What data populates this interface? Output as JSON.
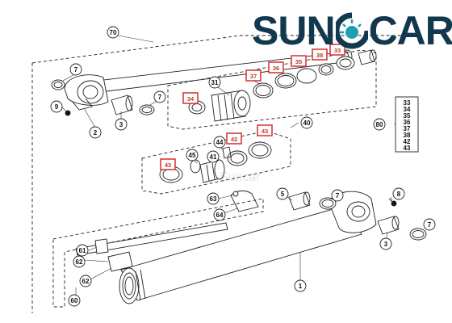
{
  "brand": {
    "name_left": "SUN",
    "name_right": "CAR",
    "colors": {
      "navy": "#12384f",
      "teal": "#1f9fae",
      "highlight": "#d93a3a"
    }
  },
  "watermark": "Suncar",
  "callouts": [
    {
      "id": "c70",
      "text": "70",
      "highlight": false
    },
    {
      "id": "c7a",
      "text": "7",
      "highlight": false
    },
    {
      "id": "c9",
      "text": "9",
      "highlight": false
    },
    {
      "id": "c2",
      "text": "2",
      "highlight": false
    },
    {
      "id": "c3a",
      "text": "3",
      "highlight": false
    },
    {
      "id": "c7b",
      "text": "7",
      "highlight": false
    },
    {
      "id": "c34",
      "text": "34",
      "highlight": true
    },
    {
      "id": "c31",
      "text": "31",
      "highlight": false
    },
    {
      "id": "c37",
      "text": "37",
      "highlight": true
    },
    {
      "id": "c36",
      "text": "36",
      "highlight": true
    },
    {
      "id": "c35",
      "text": "35",
      "highlight": true
    },
    {
      "id": "c38",
      "text": "38",
      "highlight": true
    },
    {
      "id": "c33",
      "text": "33",
      "highlight": true
    },
    {
      "id": "c40",
      "text": "40",
      "highlight": false
    },
    {
      "id": "c44",
      "text": "44",
      "highlight": false
    },
    {
      "id": "c42",
      "text": "42",
      "highlight": true
    },
    {
      "id": "c43",
      "text": "43",
      "highlight": true
    },
    {
      "id": "c41",
      "text": "41",
      "highlight": false
    },
    {
      "id": "c45",
      "text": "45",
      "highlight": false
    },
    {
      "id": "c43b",
      "text": "43",
      "highlight": true
    },
    {
      "id": "c80",
      "text": "80",
      "highlight": false
    },
    {
      "id": "c63",
      "text": "63",
      "highlight": false
    },
    {
      "id": "c64",
      "text": "64",
      "highlight": false
    },
    {
      "id": "c5",
      "text": "5",
      "highlight": false
    },
    {
      "id": "c7c",
      "text": "7",
      "highlight": false
    },
    {
      "id": "c8",
      "text": "8",
      "highlight": false
    },
    {
      "id": "c7d",
      "text": "7",
      "highlight": false
    },
    {
      "id": "c3b",
      "text": "3",
      "highlight": false
    },
    {
      "id": "c61",
      "text": "61",
      "highlight": false
    },
    {
      "id": "c62a",
      "text": "62",
      "highlight": false
    },
    {
      "id": "c62b",
      "text": "62",
      "highlight": false
    },
    {
      "id": "c1",
      "text": "1",
      "highlight": false
    },
    {
      "id": "c60",
      "text": "60",
      "highlight": false
    }
  ],
  "kit_list": [
    "33",
    "34",
    "35",
    "36",
    "37",
    "38",
    "42",
    "43"
  ]
}
